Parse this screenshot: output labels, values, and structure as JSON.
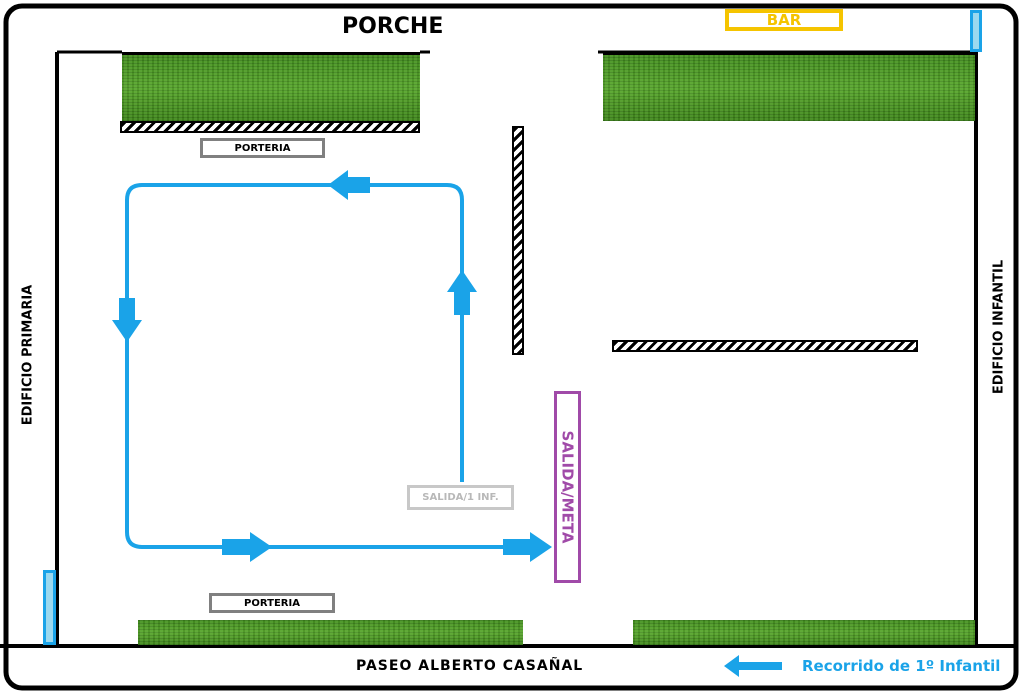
{
  "labels": {
    "porche": "PORCHE",
    "bar": "BAR",
    "porteria_top": "PORTERIA",
    "porteria_bottom": "PORTERIA",
    "edificio_primaria": "EDIFICIO PRIMARIA",
    "edificio_infantil": "EDIFICIO INFANTIL",
    "salida_infantil": "SALIDA/1 INF.",
    "salida_meta": "SALIDA/META",
    "paseo": "PASEO ALBERTO CASAÑAL"
  },
  "legend": {
    "label": "Recorrido de 1º Infantil",
    "icon": "arrow-left-icon"
  },
  "colors": {
    "route": "#1aa3e8",
    "bar": "#f5c400",
    "meta": "#a04aa8",
    "porteria": "#808080",
    "salida_infantil": "#c8c8c8"
  }
}
